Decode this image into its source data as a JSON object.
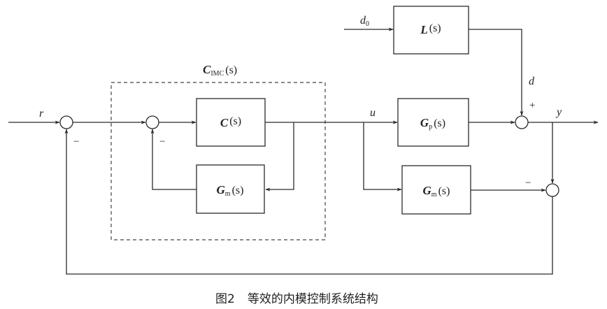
{
  "figure": {
    "caption_number": "图2",
    "caption_text": "等效的内模控制系统结构"
  },
  "blocks": {
    "L": {
      "main": "L",
      "sub": "",
      "arg": "(s)"
    },
    "C": {
      "main": "C",
      "sub": "",
      "arg": "(s)"
    },
    "Gm_inner": {
      "main": "G",
      "sub": "m",
      "arg": "(s)"
    },
    "Gp": {
      "main": "G",
      "sub": "p",
      "arg": "(s)"
    },
    "Gm_outer": {
      "main": "G",
      "sub": "m",
      "arg": "(s)"
    }
  },
  "group": {
    "main": "C",
    "sub": "IMC",
    "arg": "(s)"
  },
  "signals": {
    "r": "r",
    "d0_main": "d",
    "d0_sub": "0",
    "d": "d",
    "u": "u",
    "y": "y"
  },
  "signs": {
    "sum1_feedback": "−",
    "sum2_feedback": "−",
    "sum3_plus": "+",
    "sum4_minus": "−"
  }
}
